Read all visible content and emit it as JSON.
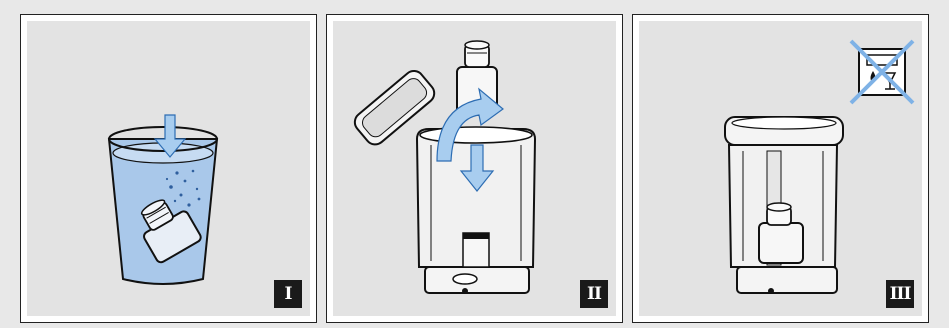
{
  "steps": [
    {
      "number": "I",
      "icon": "filter-soak-in-water-icon"
    },
    {
      "number": "II",
      "icon": "filter-insert-into-tank-icon"
    },
    {
      "number": "III",
      "icon": "tank-with-filter-icon"
    }
  ],
  "symbols": {
    "no_dishwasher_icon": "no-dishwasher-icon"
  },
  "colors": {
    "panel_background": "#e3e3e3",
    "water": "#a9c8ea",
    "arrow": "#a8cdef",
    "outline": "#111111",
    "badge": "#1a1a1a"
  }
}
